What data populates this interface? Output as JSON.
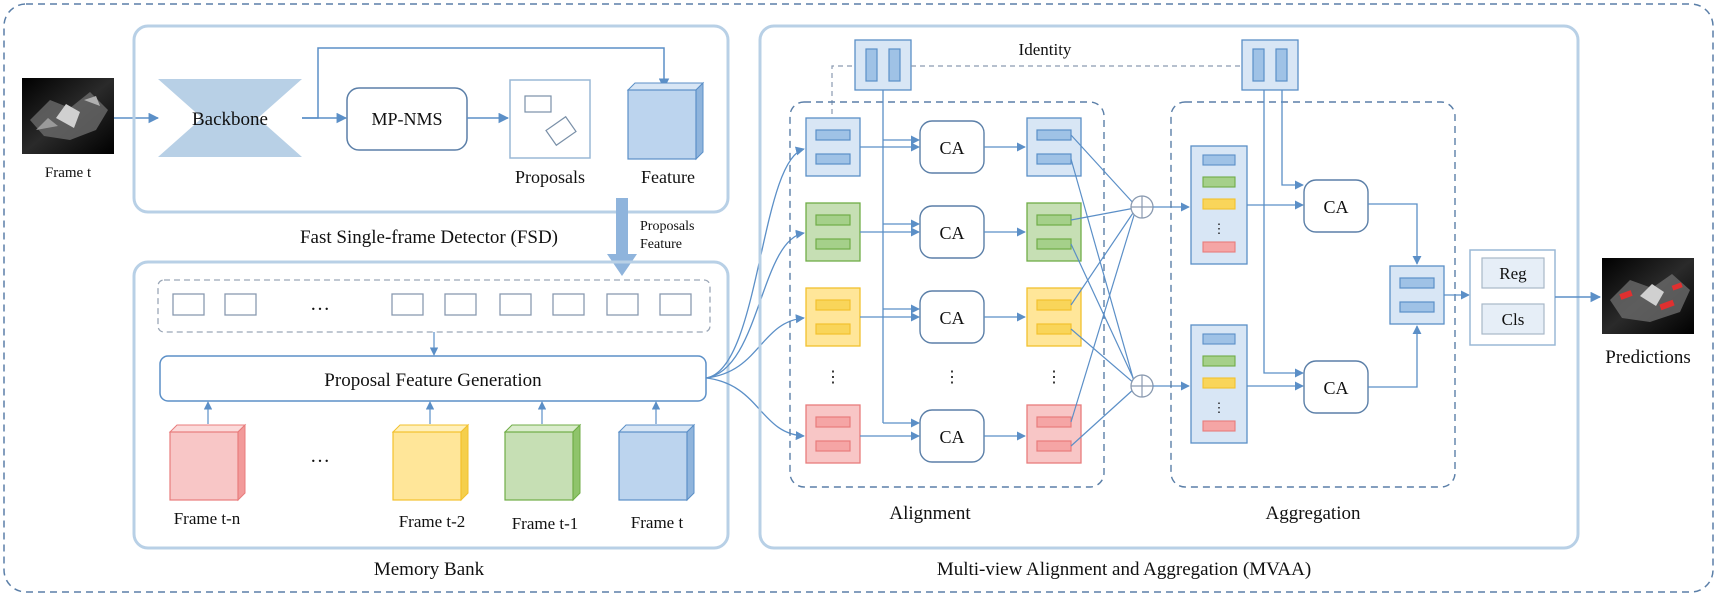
{
  "colors": {
    "outline": "#b8d0e6",
    "dashed": "#5b7fa8",
    "arrow": "#5b8fc7",
    "blue_fill": "#c9dcf0",
    "blue_stroke": "#5b8fc7",
    "green_fill": "#c6dfb4",
    "green_stroke": "#70ad47",
    "yellow_fill": "#ffe699",
    "yellow_stroke": "#f2c12e",
    "red_fill": "#f8c6c6",
    "red_stroke": "#e87c7c",
    "backbone_fill": "#b8d0e6"
  },
  "input": {
    "label": "Frame t"
  },
  "fsd": {
    "title": "Fast Single-frame Detector (FSD)",
    "backbone": "Backbone",
    "mpnms": "MP-NMS",
    "proposals": "Proposals",
    "feature": "Feature",
    "transfer_line1": "Proposals",
    "transfer_line2": "Feature"
  },
  "memory": {
    "title": "Memory Bank",
    "pfg": "Proposal Feature Generation",
    "ellipsis": "…",
    "frames": [
      "Frame t-n",
      "Frame t-2",
      "Frame t-1",
      "Frame t"
    ]
  },
  "mvaa": {
    "title": "Multi-view Alignment and Aggregation (MVAA)",
    "identity": "Identity",
    "alignment": "Alignment",
    "aggregation": "Aggregation",
    "ca": "CA",
    "reg": "Reg",
    "cls": "Cls",
    "vdots": "⋮"
  },
  "output": {
    "label": "Predictions"
  }
}
